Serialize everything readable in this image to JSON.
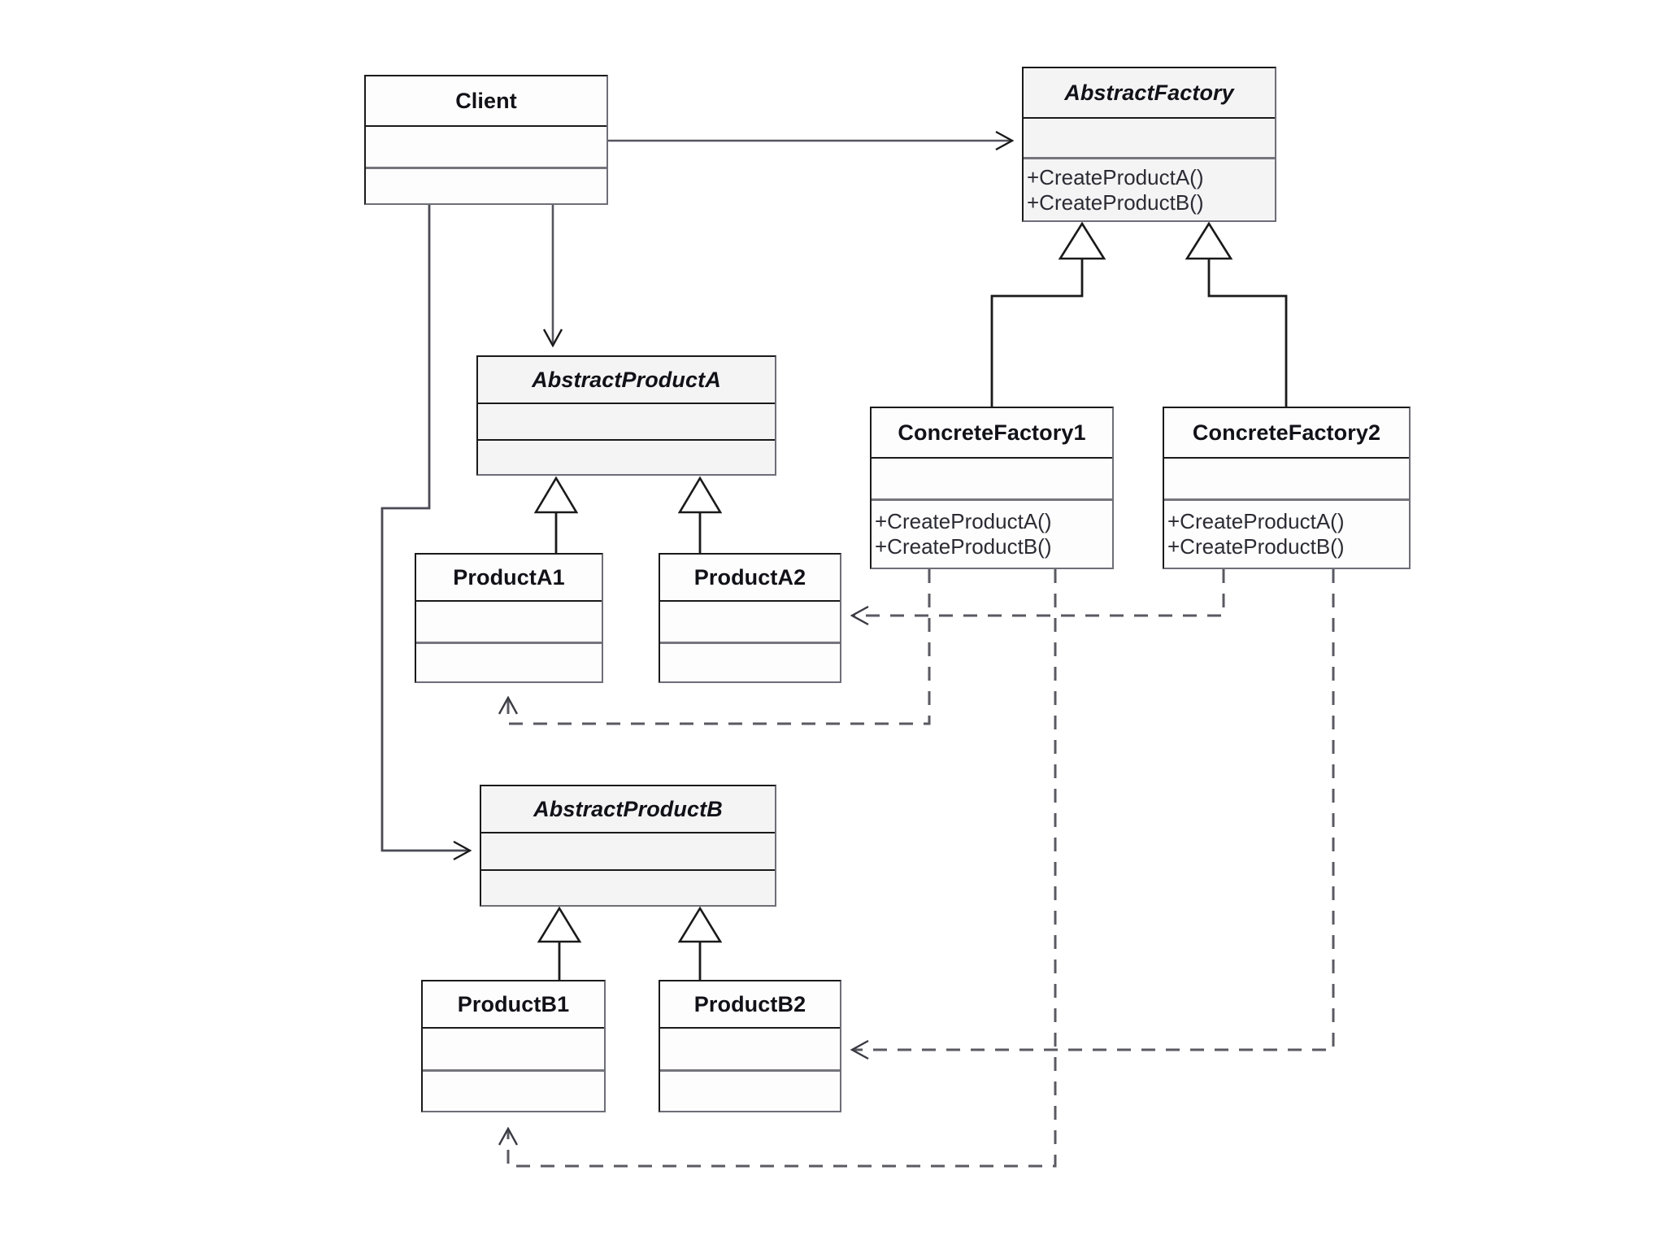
{
  "diagram": {
    "title": "Abstract Factory pattern UML class diagram",
    "type": "uml-class-diagram",
    "background_color": "#ffffff",
    "line_color": "#1a1a1a",
    "dashed_line_color": "#5a5a62"
  },
  "classes": [
    {
      "id": "client",
      "name": "Client",
      "abstract": false,
      "attributes": [],
      "operations": []
    },
    {
      "id": "abstract-factory",
      "name": "AbstractFactory",
      "abstract": true,
      "attributes": [],
      "operations": [
        "+CreateProductA()",
        "+CreateProductB()"
      ]
    },
    {
      "id": "concrete-factory-1",
      "name": "ConcreteFactory1",
      "abstract": false,
      "attributes": [],
      "operations": [
        "+CreateProductA()",
        "+CreateProductB()"
      ]
    },
    {
      "id": "concrete-factory-2",
      "name": "ConcreteFactory2",
      "abstract": false,
      "attributes": [],
      "operations": [
        "+CreateProductA()",
        "+CreateProductB()"
      ]
    },
    {
      "id": "abstract-product-a",
      "name": "AbstractProductA",
      "abstract": true,
      "attributes": [],
      "operations": []
    },
    {
      "id": "product-a1",
      "name": "ProductA1",
      "abstract": false,
      "attributes": [],
      "operations": []
    },
    {
      "id": "product-a2",
      "name": "ProductA2",
      "abstract": false,
      "attributes": [],
      "operations": []
    },
    {
      "id": "abstract-product-b",
      "name": "AbstractProductB",
      "abstract": true,
      "attributes": [],
      "operations": []
    },
    {
      "id": "product-b1",
      "name": "ProductB1",
      "abstract": false,
      "attributes": [],
      "operations": []
    },
    {
      "id": "product-b2",
      "name": "ProductB2",
      "abstract": false,
      "attributes": [],
      "operations": []
    }
  ],
  "relationships": [
    {
      "kind": "association",
      "style": "solid",
      "arrow": "open",
      "from": "client",
      "to": "abstract-factory"
    },
    {
      "kind": "association",
      "style": "solid",
      "arrow": "open",
      "from": "client",
      "to": "abstract-product-a"
    },
    {
      "kind": "association",
      "style": "solid",
      "arrow": "open",
      "from": "client",
      "to": "abstract-product-b"
    },
    {
      "kind": "generalization",
      "style": "solid",
      "arrow": "hollow-triangle",
      "from": "concrete-factory-1",
      "to": "abstract-factory"
    },
    {
      "kind": "generalization",
      "style": "solid",
      "arrow": "hollow-triangle",
      "from": "concrete-factory-2",
      "to": "abstract-factory"
    },
    {
      "kind": "generalization",
      "style": "solid",
      "arrow": "hollow-triangle",
      "from": "product-a1",
      "to": "abstract-product-a"
    },
    {
      "kind": "generalization",
      "style": "solid",
      "arrow": "hollow-triangle",
      "from": "product-a2",
      "to": "abstract-product-a"
    },
    {
      "kind": "generalization",
      "style": "solid",
      "arrow": "hollow-triangle",
      "from": "product-b1",
      "to": "abstract-product-b"
    },
    {
      "kind": "generalization",
      "style": "solid",
      "arrow": "hollow-triangle",
      "from": "product-b2",
      "to": "abstract-product-b"
    },
    {
      "kind": "dependency",
      "style": "dashed",
      "arrow": "open",
      "from": "concrete-factory-1",
      "to": "product-a1"
    },
    {
      "kind": "dependency",
      "style": "dashed",
      "arrow": "open",
      "from": "concrete-factory-1",
      "to": "product-b1"
    },
    {
      "kind": "dependency",
      "style": "dashed",
      "arrow": "open",
      "from": "concrete-factory-2",
      "to": "product-a2"
    },
    {
      "kind": "dependency",
      "style": "dashed",
      "arrow": "open",
      "from": "concrete-factory-2",
      "to": "product-b2"
    }
  ]
}
